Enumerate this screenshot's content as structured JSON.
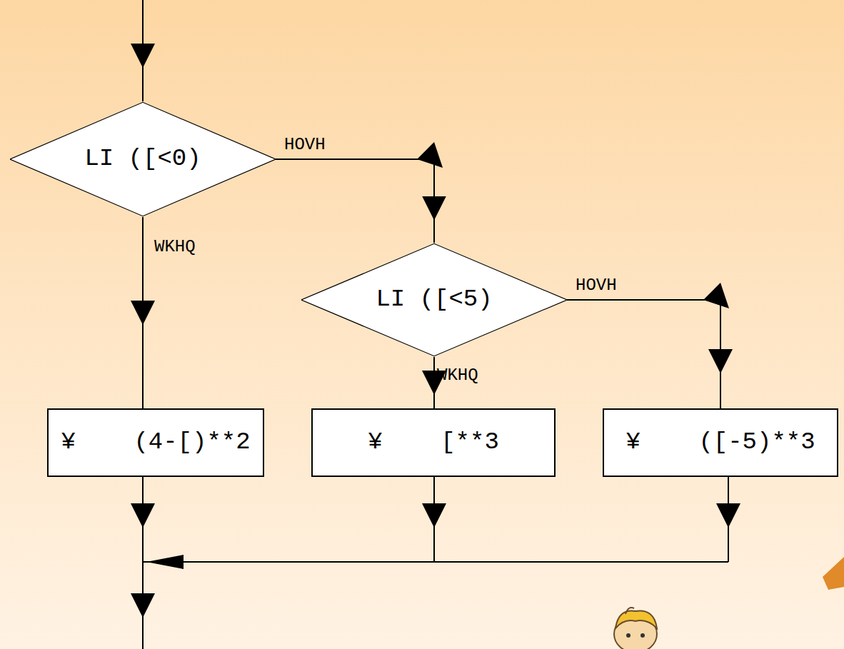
{
  "diagram": {
    "nodes": [
      {
        "text": [
          "LI ([<0)"
        ]
      },
      {
        "text": [
          "LI ([<5)"
        ]
      },
      {
        "text": [
          "¥    (4-[)**2"
        ]
      },
      {
        "text": [
          "¥    [**3"
        ]
      },
      {
        "text": [
          "¥    ([-5)**3"
        ]
      }
    ],
    "edges": [
      {
        "from": 0,
        "to": 2,
        "arrow": "to",
        "label": "WKHQ"
      },
      {
        "from": 0,
        "to": 1,
        "arrow": "to",
        "label": "HOVH"
      },
      {
        "from": 1,
        "to": 3,
        "arrow": "to",
        "label": "WKHQ"
      },
      {
        "from": 1,
        "to": 4,
        "arrow": "to",
        "label": "HOVH"
      }
    ]
  }
}
